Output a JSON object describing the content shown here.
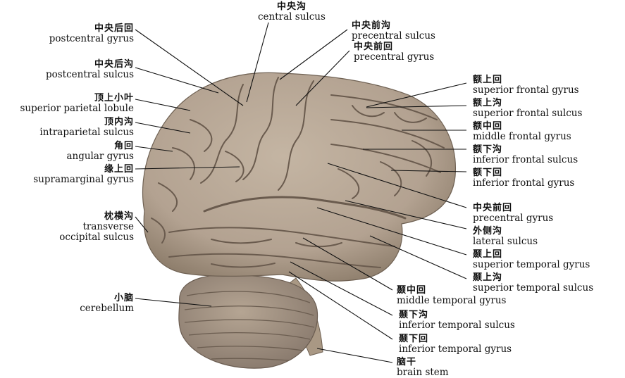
{
  "labels": [
    {
      "id": "central-sulcus",
      "zh": "中央沟",
      "en": "central sulcus"
    },
    {
      "id": "precentral-sulcus-top",
      "zh": "中央前沟",
      "en": "precentral sulcus"
    },
    {
      "id": "precentral-gyrus-top",
      "zh": "中央前回",
      "en": "precentral gyrus"
    },
    {
      "id": "postcentral-gyrus",
      "zh": "中央后回",
      "en": "postcentral gyrus"
    },
    {
      "id": "postcentral-sulcus",
      "zh": "中央后沟",
      "en": "postcentral sulcus"
    },
    {
      "id": "superior-parietal-lobule",
      "zh": "顶上小叶",
      "en": "superior parietal lobule"
    },
    {
      "id": "intraparietal-sulcus",
      "zh": "顶内沟",
      "en": "intraparietal sulcus"
    },
    {
      "id": "angular-gyrus",
      "zh": "角回",
      "en": "angular gyrus"
    },
    {
      "id": "supramarginal-gyrus",
      "zh": "缘上回",
      "en": "supramarginal gyrus"
    },
    {
      "id": "transverse-occipital-sulcus",
      "zh": "枕横沟",
      "en": "transverse",
      "en2": "occipital sulcus"
    },
    {
      "id": "cerebellum",
      "zh": "小脑",
      "en": "cerebellum"
    },
    {
      "id": "superior-frontal-gyrus",
      "zh": "额上回",
      "en": "superior frontal gyrus"
    },
    {
      "id": "superior-frontal-sulcus",
      "zh": "额上沟",
      "en": "superior frontal sulcus"
    },
    {
      "id": "middle-frontal-gyrus",
      "zh": "额中回",
      "en": "middle frontal gyrus"
    },
    {
      "id": "inferior-frontal-sulcus",
      "zh": "额下沟",
      "en": "inferior frontal sulcus"
    },
    {
      "id": "inferior-frontal-gyrus",
      "zh": "额下回",
      "en": "inferior frontal gyrus"
    },
    {
      "id": "precentral-gyrus-right",
      "zh": "中央前回",
      "en": "precentral gyrus"
    },
    {
      "id": "lateral-sulcus",
      "zh": "外侧沟",
      "en": "lateral sulcus"
    },
    {
      "id": "superior-temporal-gyrus",
      "zh": "颞上回",
      "en": "superior temporal gyrus"
    },
    {
      "id": "superior-temporal-sulcus",
      "zh": "颞上沟",
      "en": "superior temporal sulcus"
    },
    {
      "id": "middle-temporal-gyrus",
      "zh": "颞中回",
      "en": "middle temporal gyrus"
    },
    {
      "id": "inferior-temporal-sulcus",
      "zh": "颞下沟",
      "en": "inferior temporal sulcus"
    },
    {
      "id": "inferior-temporal-gyrus",
      "zh": "颞下回",
      "en": "inferior temporal gyrus"
    },
    {
      "id": "brain-stem",
      "zh": "脑干",
      "en": "brain stem"
    }
  ],
  "colors": {
    "brain_fill": "#b7a795",
    "brain_shade": "#8f7f6e",
    "sulcus": "#5e5044",
    "cerebellum_fill": "#a89886",
    "leader_line": "#111111"
  }
}
